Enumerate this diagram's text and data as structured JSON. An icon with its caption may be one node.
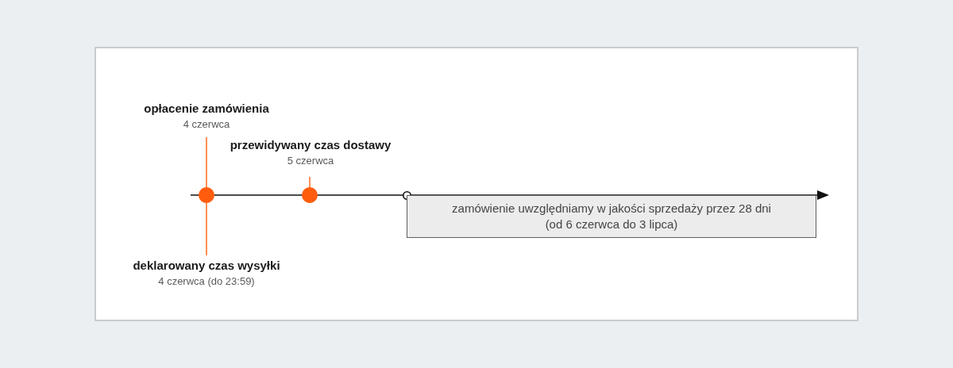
{
  "diagram": {
    "nodes": [
      {
        "text": [
          "opłacenie zamówienia",
          "4 czerwca"
        ]
      },
      {
        "text": [
          "przewidywany czas dostawy",
          "5 czerwca"
        ]
      },
      {
        "text": [],
        "shape": "circle"
      },
      {
        "text": [],
        "shape": "circle"
      },
      {
        "text": [],
        "shape": "circle"
      },
      {
        "text": [
          "zamówienie uwzględniamy w jakości sprzedaży przez 28 dni (od 6 czerwca do 3 lipca)"
        ]
      },
      {
        "text": [
          "deklarowany czas wysyłki",
          "4 czerwca (do 23:59)"
        ]
      }
    ],
    "edges": [
      {
        "from": 0,
        "to": 2,
        "arrow": "none"
      },
      {
        "from": 1,
        "to": 3,
        "arrow": "none"
      },
      {
        "from": 6,
        "to": 2,
        "arrow": "none"
      }
    ]
  }
}
